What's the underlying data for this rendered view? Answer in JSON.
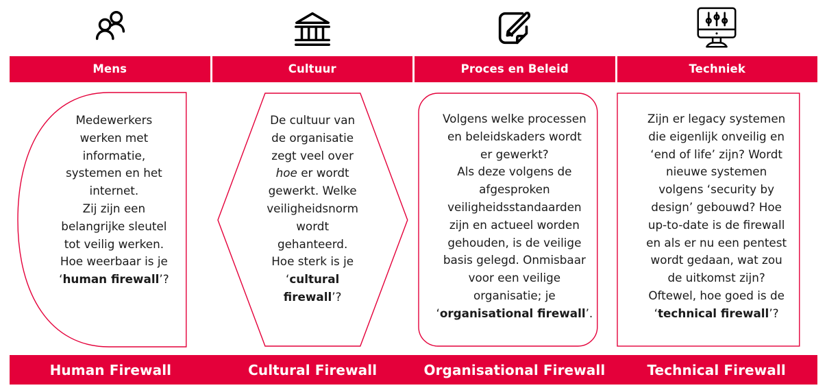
{
  "accent_color": "#E4003A",
  "text_color": "#1a1a1a",
  "columns": [
    {
      "icon": "people-group-icon",
      "header": "Mens",
      "shape": "ellipse",
      "footer": "Human Firewall",
      "body_plain": "Medewerkers werken met informatie, systemen en het internet.\nZij zijn een belangrijke sleutel tot veilig werken. Hoe weerbaar is je ‘human firewall’?",
      "body_html": "Medewerkers\nwerken met\ninformatie,\nsystemen en het\ninternet.\nZij zijn een\nbelangrijke sleutel\ntot veilig werken.\nHoe weerbaar is je\n‘<b>human firewall</b>’?"
    },
    {
      "icon": "bank-building-icon",
      "header": "Cultuur",
      "shape": "hexagon",
      "footer": "Cultural Firewall",
      "body_plain": "De cultuur van de organisatie zegt veel over hoe er wordt gewerkt. Welke veiligheidsnorm wordt gehanteerd. Hoe sterk is je ‘cultural firewall’?",
      "body_html": "De cultuur van\nde organisatie\nzegt veel over\n<i>hoe</i> er wordt\ngewerkt. Welke\nveiligheidsnorm\nwordt\ngehanteerd.\nHoe sterk is je\n‘<b>cultural\nfirewall</b>’?"
    },
    {
      "icon": "document-edit-icon",
      "header": "Proces en Beleid",
      "shape": "rounded-rectangle",
      "footer": "Organisational Firewall",
      "body_plain": "Volgens welke processen en beleidskaders wordt er gewerkt? Als deze volgens de afgesproken veiligheidsstandaarden zijn en actueel worden gehouden, is de veilige basis gelegd. Onmisbaar voor een veilige organisatie; je ‘organisational firewall’.",
      "body_html": "Volgens welke processen\nen beleidskaders wordt\ner gewerkt?\nAls deze volgens de\nafgesproken\nveiligheidsstandaarden\nzijn en actueel worden\ngehouden, is de veilige\nbasis gelegd. Onmisbaar\nvoor een veilige\norganisatie; je\n‘<b>organisational  firewall</b>’."
    },
    {
      "icon": "monitor-settings-icon",
      "header": "Techniek",
      "shape": "rectangle",
      "footer": "Technical Firewall",
      "body_plain": "Zijn er legacy systemen die eigenlijk onveilig en ‘end of life’ zijn? Wordt nieuwe systemen volgens ‘security by design’ gebouwd? Hoe up-to-date is de firewall en als er nu een pentest wordt gedaan, wat zou de uitkomst zijn? Oftewel, hoe goed is de ‘technical firewall’?",
      "body_html": "Zijn er legacy systemen\ndie eigenlijk onveilig en\n‘end of life’ zijn? Wordt\nnieuwe systemen\nvolgens ‘security by\ndesign’ gebouwd? Hoe\nup-to-date is de firewall\nen als er nu een pentest\nwordt gedaan, wat zou\nde uitkomst zijn?\nOftewel, hoe goed is de\n‘<b>technical firewall</b>’?"
    }
  ]
}
